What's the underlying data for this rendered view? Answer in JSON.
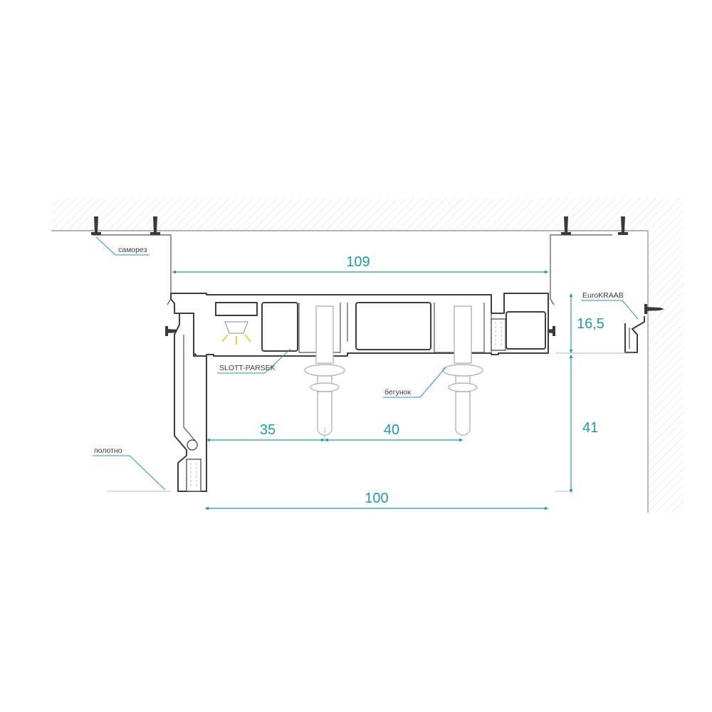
{
  "dimensions": {
    "total_width": "109",
    "height_upper": "16,5",
    "height_lower": "41",
    "offset_left": "35",
    "roller_spacing": "40",
    "bottom_width": "100"
  },
  "labels": {
    "screw": "саморез",
    "led_profile": "SLOTT-PARSEK",
    "runner": "бегунок",
    "panel": "полотно",
    "corner_profile": "EuroKRAAB"
  },
  "colors": {
    "dimension": "#1f9bb0",
    "profile_stroke": "#3d3d3d",
    "hatch": "#d9d9d9",
    "led": "#f2c94c"
  }
}
